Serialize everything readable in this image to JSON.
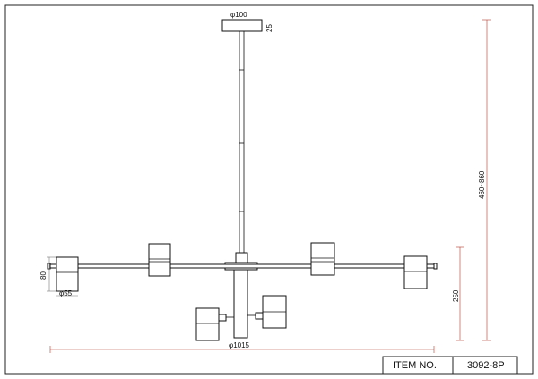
{
  "dimensions": {
    "canopy_diameter": "φ100",
    "canopy_height": "25",
    "overall_height": "460~860",
    "body_height": "250",
    "shade_height": "80",
    "shade_diameter": "φ55",
    "overall_width": "φ1015"
  },
  "title_block": {
    "item_label": "ITEM NO.",
    "item_value": "3092-8P"
  }
}
